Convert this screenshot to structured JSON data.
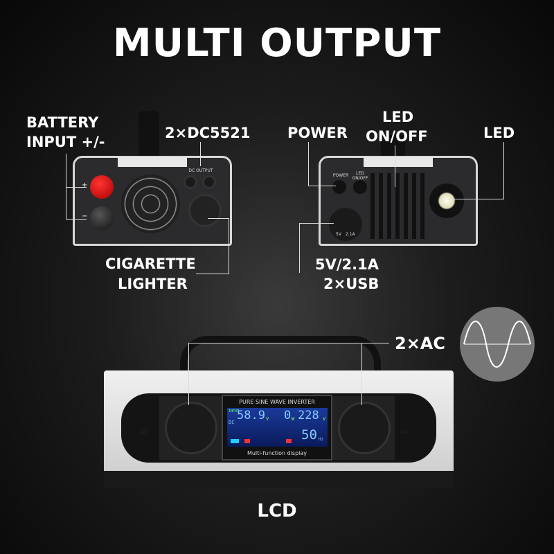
{
  "title": "MULTI OUTPUT",
  "labels": {
    "battery": "BATTERY",
    "battery2": "INPUT +/-",
    "dc": "2×DC5521",
    "cig1": "CIGARETTE",
    "cig2": "LIGHTER",
    "power": "POWER",
    "ledonoff1": "LED",
    "ledonoff2": "ON/OFF",
    "led": "LED",
    "usb1": "5V/2.1A",
    "usb2": "2×USB",
    "ac": "2×AC",
    "lcd": "LCD"
  },
  "device_text": {
    "dc_output": "DC OUTPUT",
    "power": "POWER",
    "led_onoff": "LED ON/OFF",
    "usb_5v": "5V",
    "usb_21a": "2.1A",
    "plus": "+",
    "minus": "−",
    "ac_left": "AC",
    "ac_right": "AC"
  },
  "lcd": {
    "header": "PURE SINE WAVE INVERTER",
    "footer": "Multi-function display",
    "input_label": "INPUT",
    "dc_label": "DC",
    "dc_voltage": "58.9",
    "dc_unit": "V",
    "output_w": "0",
    "w_unit": "W",
    "ac_voltage": "228",
    "ac_unit": "V",
    "frequency": "50",
    "freq_unit": "Hz"
  },
  "colors": {
    "background": "#111111",
    "text": "#ffffff",
    "lcd_screen": "#1a3a9a",
    "battery_plus": "#c0141a"
  }
}
